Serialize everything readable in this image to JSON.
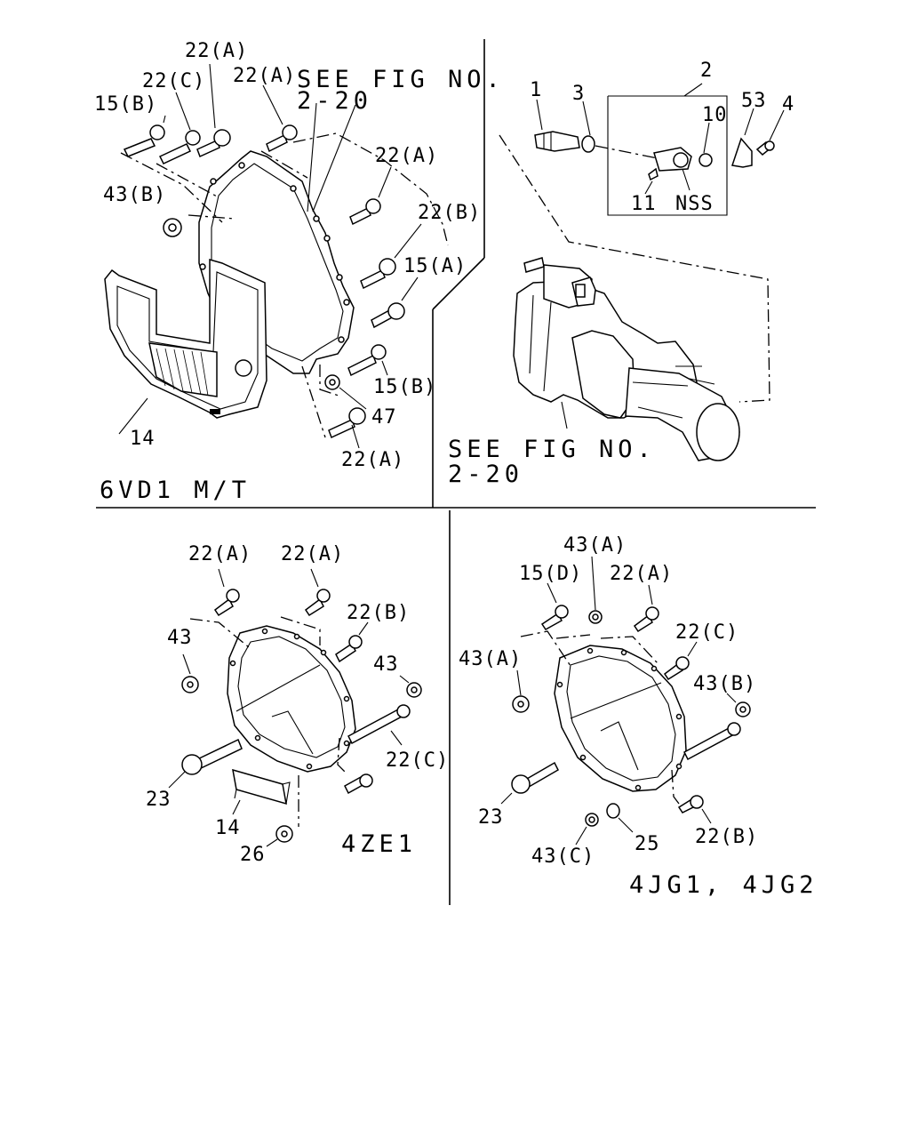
{
  "panels": {
    "p6vd1": {
      "variant": "6VD1 M/T",
      "see_fig_1": "SEE FIG NO.",
      "see_fig_2": "2-20",
      "labels": {
        "l15b": "15(B)",
        "l22c": "22(C)",
        "l22a_1": "22(A)",
        "l22a_2": "22(A)",
        "l22a_3": "22(A)",
        "l22b": "22(B)",
        "l15a": "15(A)",
        "l15b_2": "15(B)",
        "l47": "47",
        "l22a_4": "22(A)",
        "l43b": "43(B)",
        "l14": "14"
      }
    },
    "psensor": {
      "see_fig_1": "SEE FIG NO.",
      "see_fig_2": "2-20",
      "labels": {
        "l1": "1",
        "l3": "3",
        "l2": "2",
        "l10": "10",
        "l53": "53",
        "l4": "4",
        "l11": "11",
        "lnss": "NSS"
      }
    },
    "p4ze1": {
      "variant": "4ZE1",
      "labels": {
        "l22a_1": "22(A)",
        "l22a_2": "22(A)",
        "l22b": "22(B)",
        "l43_1": "43",
        "l43_2": "43",
        "l22c": "22(C)",
        "l23": "23",
        "l14": "14",
        "l26": "26"
      }
    },
    "p4jg": {
      "variant": "4JG1, 4JG2",
      "labels": {
        "l43a_1": "43(A)",
        "l15d": "15(D)",
        "l22a": "22(A)",
        "l22c": "22(C)",
        "l43a_2": "43(A)",
        "l43b": "43(B)",
        "l23": "23",
        "l25": "25",
        "l43c": "43(C)",
        "l22b": "22(B)"
      }
    }
  }
}
